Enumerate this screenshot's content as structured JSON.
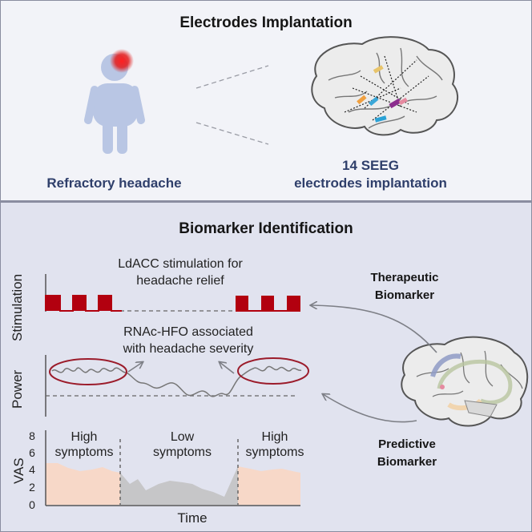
{
  "top": {
    "title": "Electrodes Implantation",
    "left_caption": "Refractory headache",
    "right_caption_line1": "14 SEEG",
    "right_caption_line2": "electrodes implantation"
  },
  "bottom": {
    "title": "Biomarker Identification",
    "stim_note_line1": "LdACC stimulation for",
    "stim_note_line2": "headache relief",
    "power_note_line1": "RNAc-HFO associated",
    "power_note_line2": "with headache severity",
    "therapeutic_line1": "Therapeutic",
    "therapeutic_line2": "Biomarker",
    "predictive_line1": "Predictive",
    "predictive_line2": "Biomarker",
    "axis_stimulation": "Stimulation",
    "axis_power": "Power",
    "axis_vas": "VAS",
    "axis_time": "Time",
    "vas_ticks": [
      "8",
      "6",
      "4",
      "2",
      "0"
    ],
    "phase1_line1": "High",
    "phase1_line2": "symptoms",
    "phase2_line1": "Low",
    "phase2_line2": "symptoms",
    "phase3_line1": "High",
    "phase3_line2": "symptoms"
  },
  "colors": {
    "stimulation": "#b2000f",
    "ellipse": "#9b1b2a",
    "high_symptom_fill": "#f7d8c8",
    "low_symptom_fill": "#c6c6c8",
    "head_marker": "#e21b1b",
    "person": "#b9c6e4",
    "caption_blue": "#2f3f6b"
  }
}
